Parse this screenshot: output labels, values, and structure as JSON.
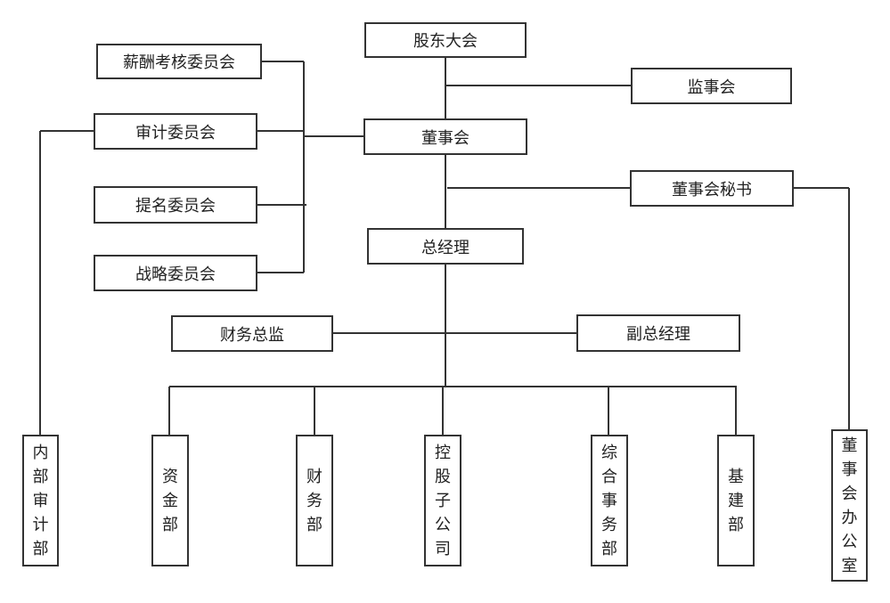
{
  "nodes": {
    "shareholders_meeting": "股东大会",
    "supervisory_board": "监事会",
    "board": "董事会",
    "board_secretary": "董事会秘书",
    "general_manager": "总经理",
    "remuneration_committee": "薪酬考核委员会",
    "audit_committee": "审计委员会",
    "nomination_committee": "提名委员会",
    "strategy_committee": "战略委员会",
    "cfo": "财务总监",
    "deputy_gm": "副总经理",
    "internal_audit_dept": "内部审计部",
    "capital_dept": "资金部",
    "finance_dept": "财务部",
    "holding_subsidiaries": "控股子公司",
    "general_affairs_dept": "综合事务部",
    "infrastructure_dept": "基建部",
    "board_office": "董事会办公室"
  }
}
